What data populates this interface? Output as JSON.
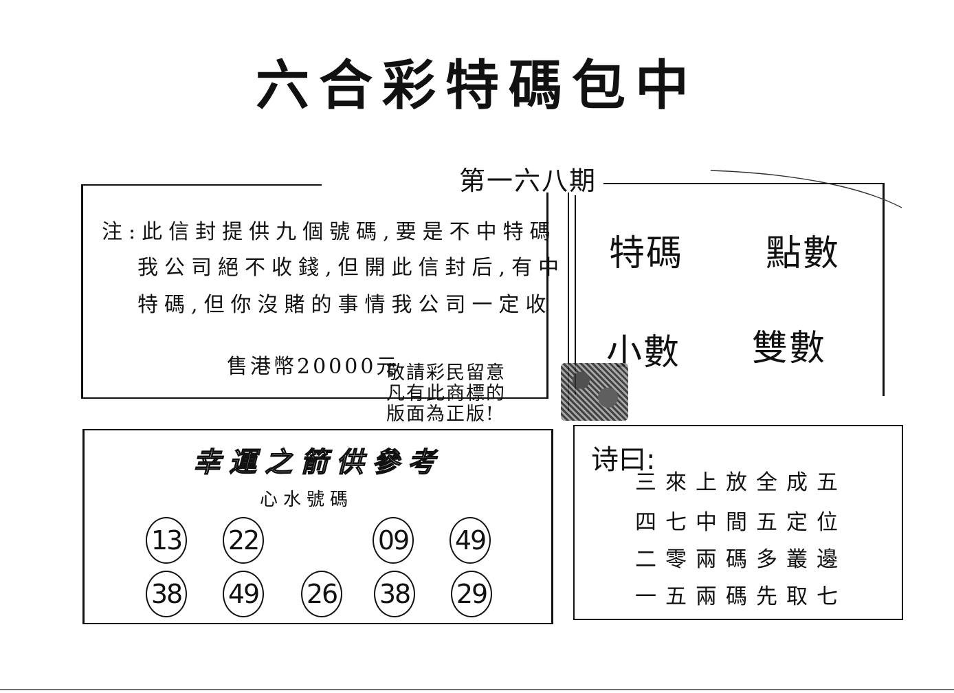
{
  "title": "六合彩特碼包中",
  "issue": "第一六八期",
  "note": {
    "lines": [
      "注:此信封提供九個號碼,要是不中特碼",
      "我公司絕不收錢,但開此信封后,有中",
      "特碼,但你沒賭的事情我公司一定收"
    ],
    "price": "售港幣20000元"
  },
  "attributes": {
    "a1": "特碼",
    "a2": "點數",
    "a3": "小數",
    "a4": "雙數"
  },
  "notice": {
    "lines": [
      "敬請彩民留意",
      "凡有此商標的",
      "版面為正版!"
    ]
  },
  "lucky": {
    "title": "幸運之箭供參考",
    "subtitle": "心水號碼",
    "row1": [
      "13",
      "22",
      "09",
      "49"
    ],
    "row2": [
      "38",
      "49",
      "26",
      "38",
      "29"
    ]
  },
  "poem": {
    "label": "诗曰:",
    "lines": [
      "三來上放全成五",
      "四七中間五定位",
      "二零兩碼多叢邊",
      "一五兩碼先取七"
    ]
  }
}
